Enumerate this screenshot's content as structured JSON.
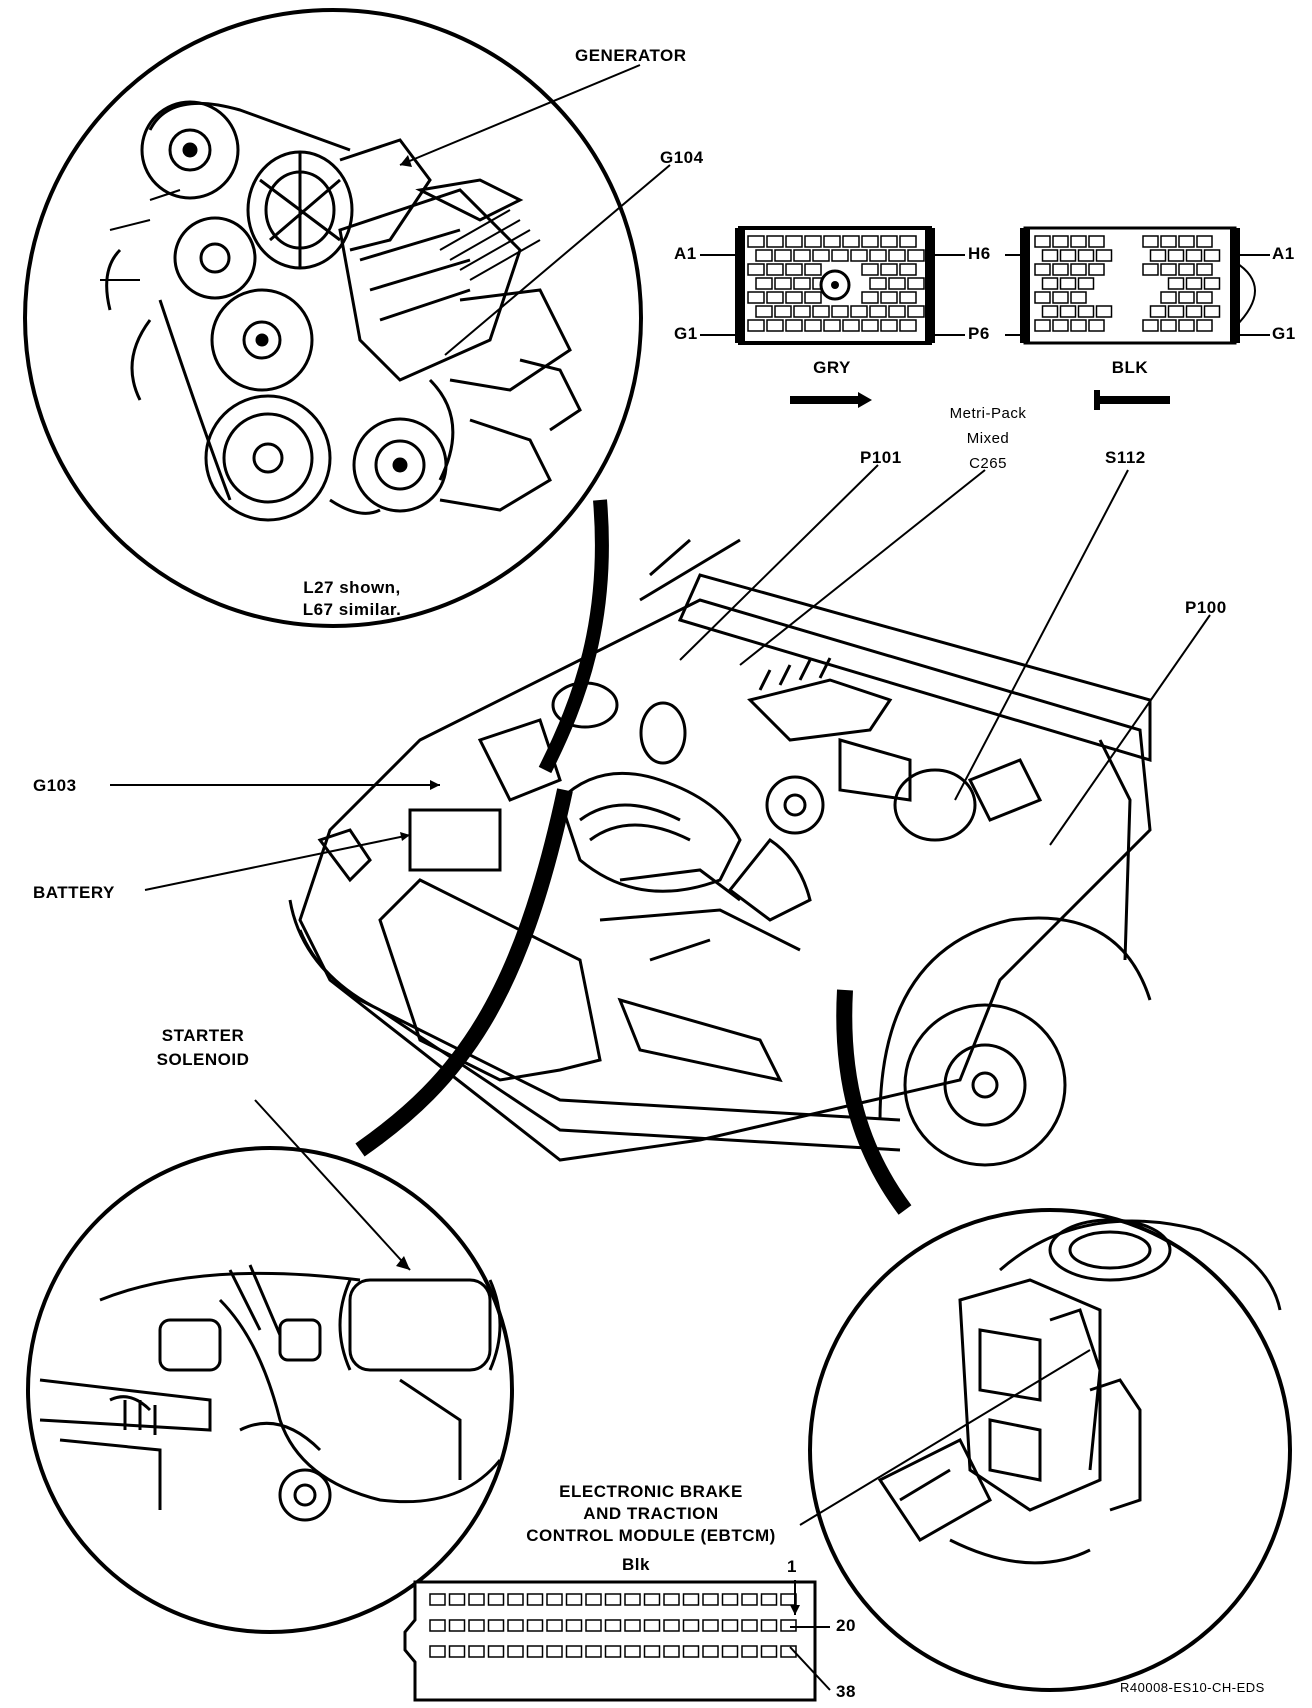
{
  "labels": {
    "generator": "GENERATOR",
    "g104": "G104",
    "engine_note_line1": "L27 shown,",
    "engine_note_line2": "L67 similar.",
    "g103": "G103",
    "battery": "BATTERY",
    "starter_line1": "STARTER",
    "starter_line2": "SOLENOID",
    "p101": "P101",
    "metri_line1": "Metri-Pack",
    "metri_line2": "Mixed",
    "c265": "C265",
    "s112": "S112",
    "p100": "P100",
    "ebtcm_line1": "ELECTRONIC BRAKE",
    "ebtcm_line2": "AND TRACTION",
    "ebtcm_line3": "CONTROL MODULE (EBTCM)",
    "ebtcm_color": "Blk",
    "pin_1": "1",
    "pin_20": "20",
    "pin_38": "38",
    "reference_code": "R40008-ES10-CH-EDS"
  },
  "connector_c265": {
    "left_half": {
      "color": "GRY",
      "top_pin": "A1",
      "bottom_pin": "G1",
      "right_top_pin": "H6",
      "right_bottom_pin": "P6"
    },
    "right_half": {
      "color": "BLK",
      "top_pin": "A1",
      "bottom_pin": "G1"
    }
  },
  "colors": {
    "ink": "#000000",
    "paper": "#ffffff"
  }
}
